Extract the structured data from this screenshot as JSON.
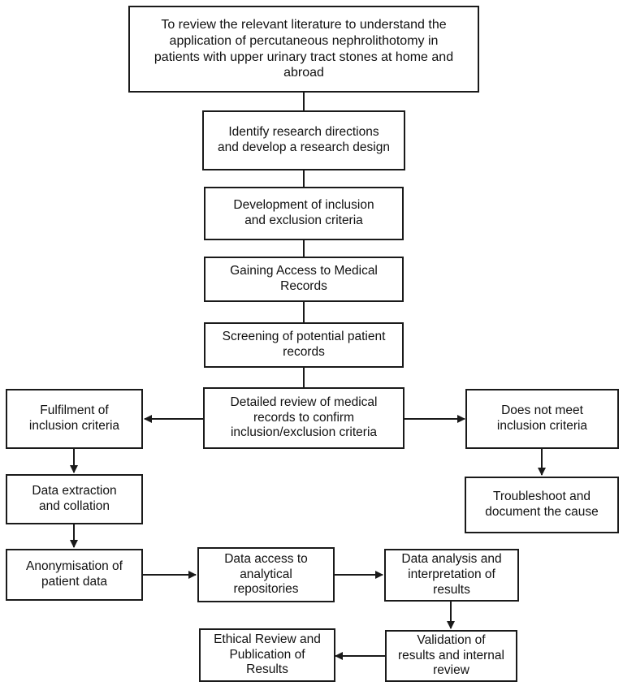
{
  "steps": {
    "review_literature": "To review the relevant literature to understand the\napplication of percutaneous nephrolithotomy in\npatients with upper urinary tract stones at home and\nabroad",
    "identify_directions": "Identify research directions\nand develop a research design",
    "develop_criteria": "Development of inclusion\nand exclusion criteria",
    "gain_access": "Gaining Access to Medical\nRecords",
    "screening": "Screening of potential patient\nrecords",
    "detailed_review": "Detailed review of medical\nrecords to confirm\ninclusion/exclusion criteria",
    "fulfilment": "Fulfilment of\ninclusion criteria",
    "not_meet": "Does not meet\ninclusion criteria",
    "troubleshoot": "Troubleshoot and\ndocument the cause",
    "data_extraction": "Data extraction\nand collation",
    "anonymisation": "Anonymisation of\npatient data",
    "data_access": "Data access to\nanalytical\nrepositories",
    "data_analysis": "Data analysis and\ninterpretation of\nresults",
    "validation": "Validation of\nresults and internal\nreview",
    "ethical_review": "Ethical Review and\nPublication of\nResults"
  }
}
